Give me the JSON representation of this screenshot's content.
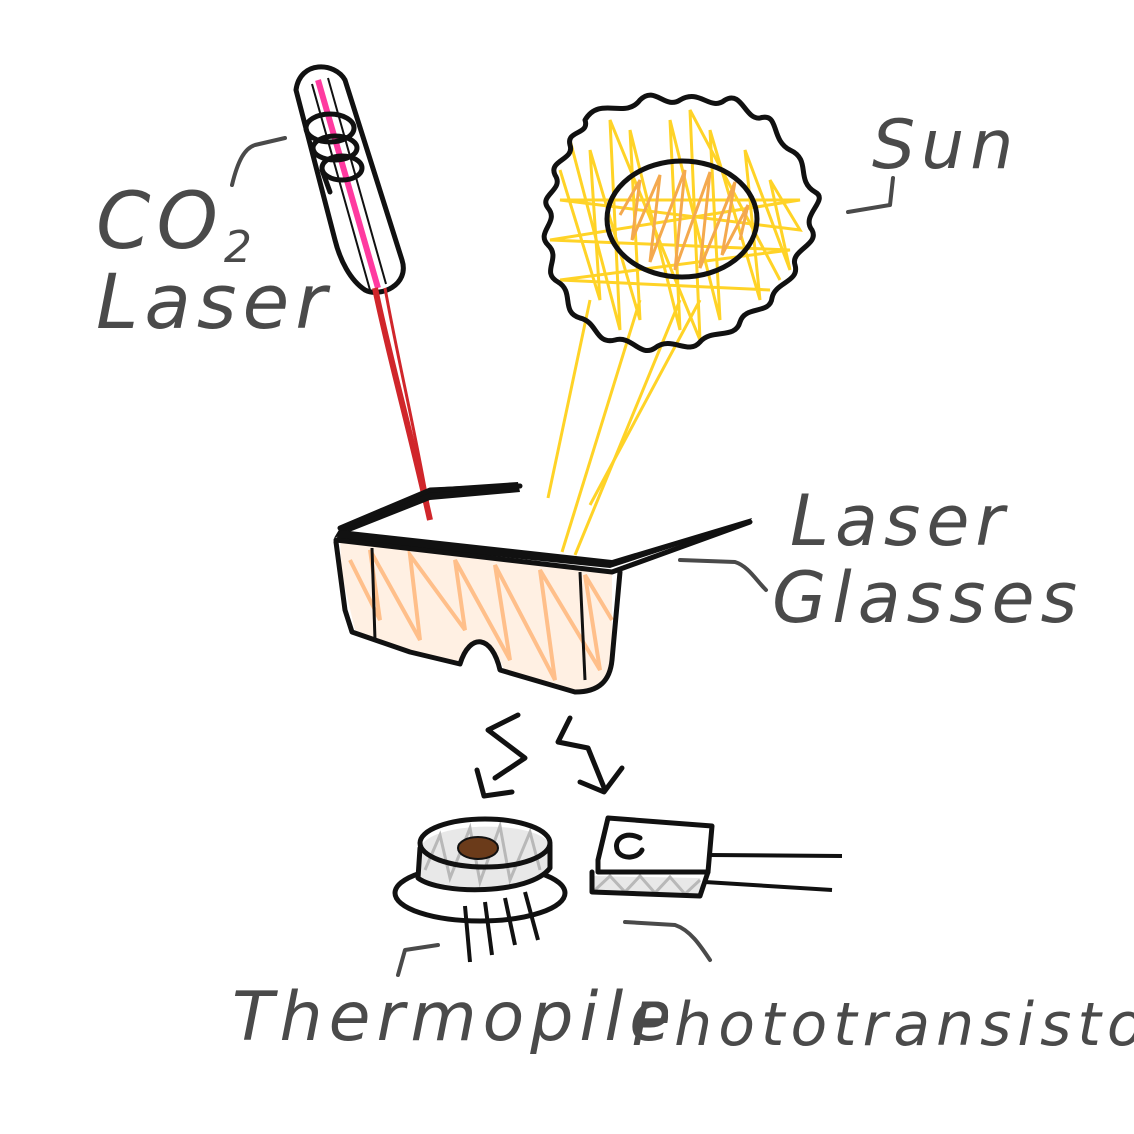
{
  "labels": {
    "co2": "CO",
    "co2_sub": "2",
    "laser": "Laser",
    "sun": "Sun",
    "glasses_line1": "Laser",
    "glasses_line2": "Glasses",
    "thermopile": "Thermopile",
    "phototransistor": "Phototransistor"
  },
  "colors": {
    "ink": "#111111",
    "label_grey": "#4a4a4a",
    "laser_beam": "#d0262b",
    "laser_core": "#ff3aa0",
    "sun_rays": "#ffd327",
    "sun_core": "#f4a94e",
    "lens_tint": "#ffbf8a",
    "sensor_grey": "#b8b8b8",
    "sensor_window": "#6b3b1a"
  }
}
